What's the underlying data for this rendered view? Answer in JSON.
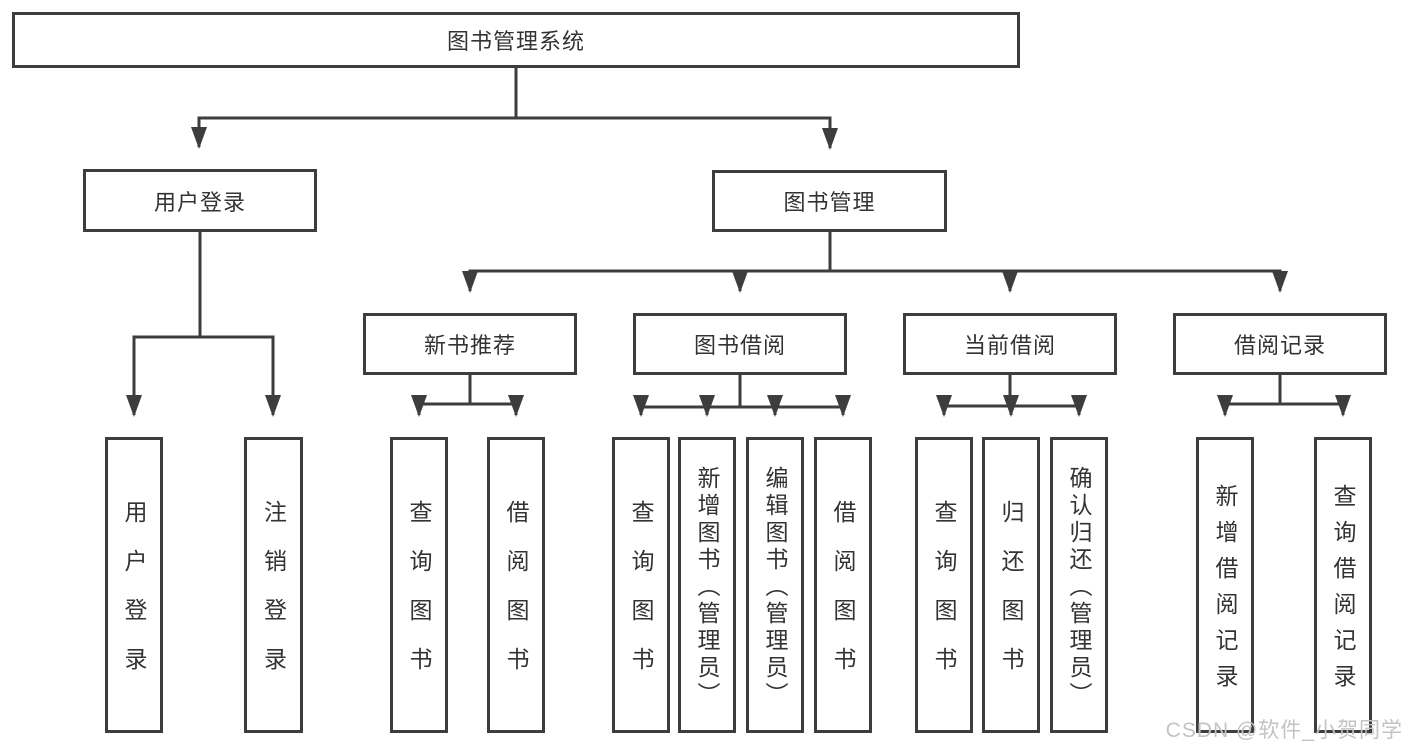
{
  "diagram": {
    "title": "图书管理系统",
    "watermark": "CSDN @软件_小贺同学",
    "nodes": {
      "root": "图书管理系统",
      "user_login": "用户登录",
      "book_management": "图书管理",
      "new_book_rec": "新书推荐",
      "book_borrow": "图书借阅",
      "current_borrow": "当前借阅",
      "borrow_records": "借阅记录",
      "leaf_user_login": "用户登录",
      "leaf_logout": "注销登录",
      "leaf_query_book_a": "查询图书",
      "leaf_borrow_book_a": "借阅图书",
      "leaf_query_book_b": "查询图书",
      "leaf_add_book": "新增图书（管理员）",
      "leaf_edit_book": "编辑图书（管理员）",
      "leaf_borrow_book_b": "借阅图书",
      "leaf_query_book_c": "查询图书",
      "leaf_return_book": "归还图书",
      "leaf_confirm_return": "确认归还（管理员）",
      "leaf_add_record": "新增借阅记录",
      "leaf_query_record": "查询借阅记录"
    },
    "hierarchy": [
      {
        "parent": "图书管理系统",
        "children": [
          "用户登录",
          "图书管理"
        ]
      },
      {
        "parent": "用户登录",
        "children": [
          "用户登录",
          "注销登录"
        ]
      },
      {
        "parent": "图书管理",
        "children": [
          "新书推荐",
          "图书借阅",
          "当前借阅",
          "借阅记录"
        ]
      },
      {
        "parent": "新书推荐",
        "children": [
          "查询图书",
          "借阅图书"
        ]
      },
      {
        "parent": "图书借阅",
        "children": [
          "查询图书",
          "新增图书（管理员）",
          "编辑图书（管理员）",
          "借阅图书"
        ]
      },
      {
        "parent": "当前借阅",
        "children": [
          "查询图书",
          "归还图书",
          "确认归还（管理员）"
        ]
      },
      {
        "parent": "借阅记录",
        "children": [
          "新增借阅记录",
          "查询借阅记录"
        ]
      }
    ],
    "colors": {
      "line": "#3d3d3d",
      "box_border": "#3d3d3d",
      "text": "#333333",
      "watermark": "#c3c3c3",
      "background": "#ffffff"
    }
  }
}
